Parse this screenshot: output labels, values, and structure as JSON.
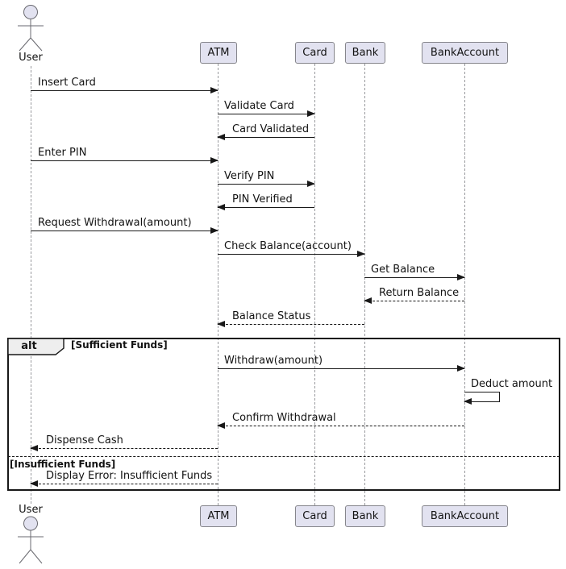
{
  "diagram": {
    "type": "uml-sequence-diagram",
    "participants": [
      {
        "name": "User",
        "kind": "actor"
      },
      {
        "name": "ATM",
        "kind": "participant"
      },
      {
        "name": "Card",
        "kind": "participant"
      },
      {
        "name": "Bank",
        "kind": "participant"
      },
      {
        "name": "BankAccount",
        "kind": "participant"
      }
    ],
    "messages": [
      {
        "label": "Insert Card",
        "from": "User",
        "to": "ATM",
        "line": "solid"
      },
      {
        "label": "Validate Card",
        "from": "ATM",
        "to": "Card",
        "line": "solid"
      },
      {
        "label": "Card Validated",
        "from": "Card",
        "to": "ATM",
        "line": "solid"
      },
      {
        "label": "Enter PIN",
        "from": "User",
        "to": "ATM",
        "line": "solid"
      },
      {
        "label": "Verify PIN",
        "from": "ATM",
        "to": "Card",
        "line": "solid"
      },
      {
        "label": "PIN Verified",
        "from": "Card",
        "to": "ATM",
        "line": "solid"
      },
      {
        "label": "Request Withdrawal(amount)",
        "from": "User",
        "to": "ATM",
        "line": "solid"
      },
      {
        "label": "Check Balance(account)",
        "from": "ATM",
        "to": "Bank",
        "line": "solid"
      },
      {
        "label": "Get Balance",
        "from": "Bank",
        "to": "BankAccount",
        "line": "solid"
      },
      {
        "label": "Return Balance",
        "from": "BankAccount",
        "to": "Bank",
        "line": "dashed"
      },
      {
        "label": "Balance Status",
        "from": "Bank",
        "to": "ATM",
        "line": "dashed"
      },
      {
        "label": "Withdraw(amount)",
        "from": "ATM",
        "to": "BankAccount",
        "line": "solid"
      },
      {
        "label": "Deduct amount",
        "from": "BankAccount",
        "to": "BankAccount",
        "line": "solid"
      },
      {
        "label": "Confirm Withdrawal",
        "from": "BankAccount",
        "to": "ATM",
        "line": "dashed"
      },
      {
        "label": "Dispense Cash",
        "from": "ATM",
        "to": "User",
        "line": "dashed"
      },
      {
        "label": "Display Error: Insufficient Funds",
        "from": "ATM",
        "to": "User",
        "line": "dashed"
      }
    ],
    "alt_frame": {
      "operator": "alt",
      "guards": [
        "[Sufficient Funds]",
        "[Insufficient Funds]"
      ]
    },
    "colors": {
      "participant_fill": "#E2E2F0",
      "participant_border": "#86868c",
      "lifeline": "#999a9e",
      "arrow": "#181818",
      "frame_border": "#181818",
      "operator_tab_fill": "#EEEEEE",
      "background": "#FFFFFF"
    }
  }
}
